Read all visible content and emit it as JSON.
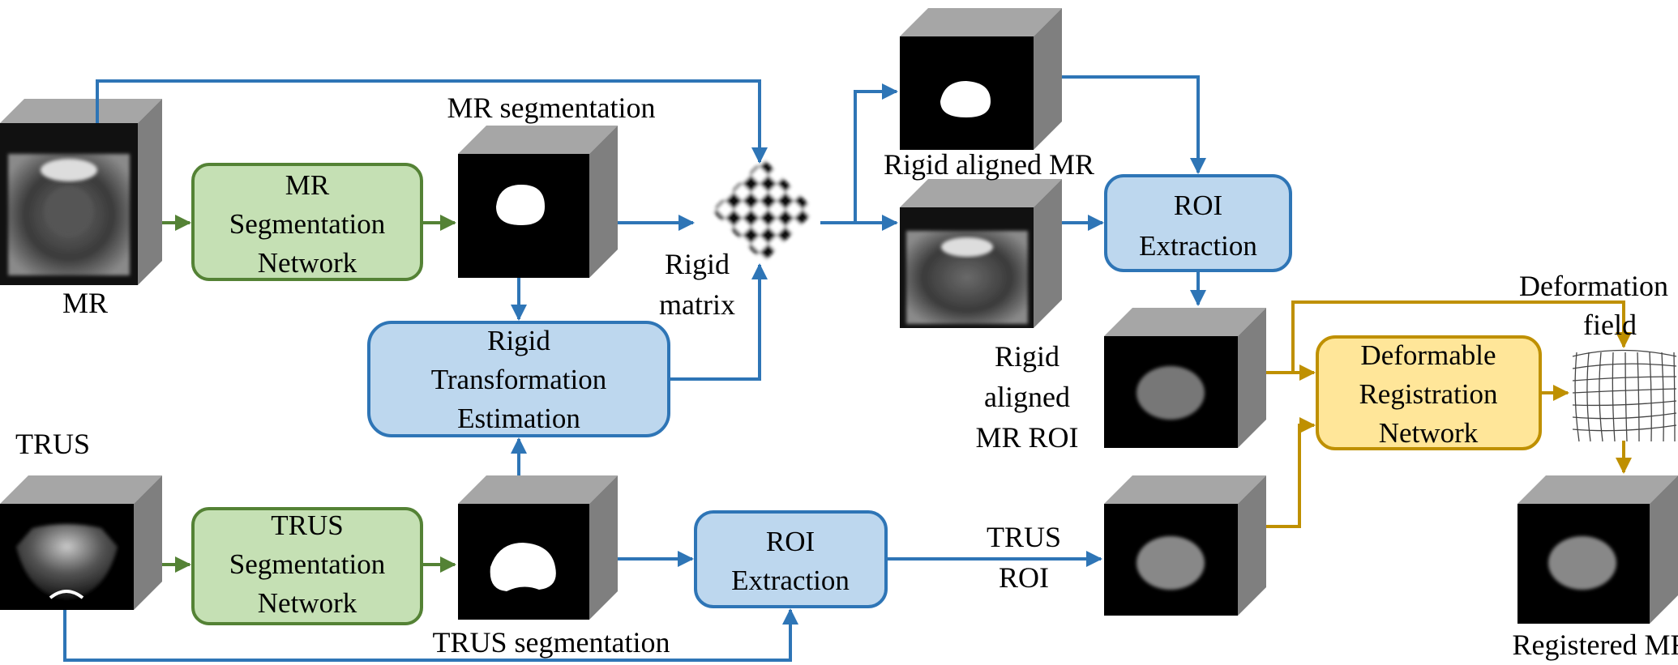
{
  "labels": {
    "mr": "MR",
    "trus": "TRUS",
    "mr_segmentation": "MR segmentation",
    "trus_segmentation": "TRUS segmentation",
    "rigid_matrix": [
      "Rigid",
      "matrix"
    ],
    "rigid_aligned_mr": "Rigid aligned MR",
    "rigid_aligned_mr_roi": [
      "Rigid",
      "aligned",
      "MR ROI"
    ],
    "trus_roi": [
      "TRUS",
      "ROI"
    ],
    "deformation_field": [
      "Deformation",
      "field"
    ],
    "registered_mr": "Registered MR"
  },
  "boxes": {
    "mr_seg_network": [
      "MR",
      "Segmentation",
      "Network"
    ],
    "trus_seg_network": [
      "TRUS",
      "Segmentation",
      "Network"
    ],
    "rigid_transform": [
      "Rigid",
      "Transformation",
      "Estimation"
    ],
    "roi_extraction_top": [
      "ROI",
      "Extraction"
    ],
    "roi_extraction_bottom": [
      "ROI",
      "Extraction"
    ],
    "deformable_reg": [
      "Deformable",
      "Registration",
      "Network"
    ]
  },
  "colors": {
    "green_box_fill": "#c5e0b4",
    "green_box_stroke": "#548235",
    "blue_box_fill": "#bdd7ee",
    "blue_box_stroke": "#2e75b6",
    "yellow_box_fill": "#ffe699",
    "yellow_box_stroke": "#bf9000",
    "green_arrow": "#548235",
    "blue_arrow": "#2e75b6",
    "gold_arrow": "#bf9000",
    "cube_top": "#a6a6a6",
    "cube_side": "#7f7f7f"
  }
}
